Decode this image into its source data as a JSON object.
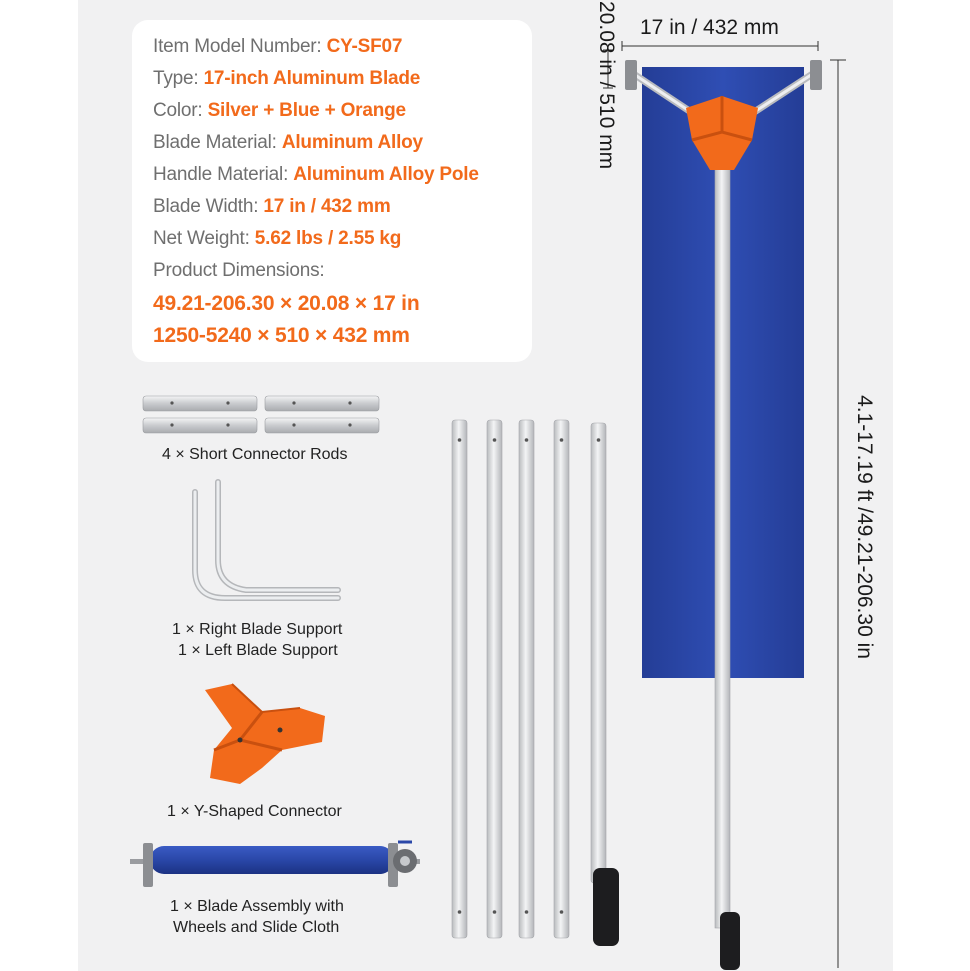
{
  "specs": [
    {
      "label": "Item Model Number: ",
      "value": "CY-SF07"
    },
    {
      "label": "Type: ",
      "value": "17-inch Aluminum Blade"
    },
    {
      "label": "Color: ",
      "value": "Silver + Blue + Orange"
    },
    {
      "label": "Blade Material: ",
      "value": "Aluminum Alloy"
    },
    {
      "label": "Handle Material: ",
      "value": "Aluminum Alloy Pole"
    },
    {
      "label": "Blade Width: ",
      "value": "17 in / 432 mm"
    },
    {
      "label": "Net Weight: ",
      "value": "5.62 lbs / 2.55 kg"
    }
  ],
  "dimensions": {
    "label": "Product Dimensions:",
    "imperial": "49.21-206.30 × 20.08 × 17 in",
    "metric": "1250-5240 × 510 × 432 mm"
  },
  "parts": {
    "rods": "4 × Short Connector Rods",
    "support_right": "1 × Right Blade Support",
    "support_left": "1 × Left Blade Support",
    "connector": "1 × Y-Shaped Connector",
    "blade_line1": "1 × Blade Assembly with",
    "blade_line2": "Wheels and Slide Cloth"
  },
  "measurements": {
    "width": "17 in / 432 mm",
    "height": "20.08 in / 510 mm",
    "length": "4.1-17.19 ft /49.21-206.30 in"
  },
  "colors": {
    "accent": "#f26a1b",
    "cloth": "#2a47a8",
    "pole": "#d9dadc"
  }
}
